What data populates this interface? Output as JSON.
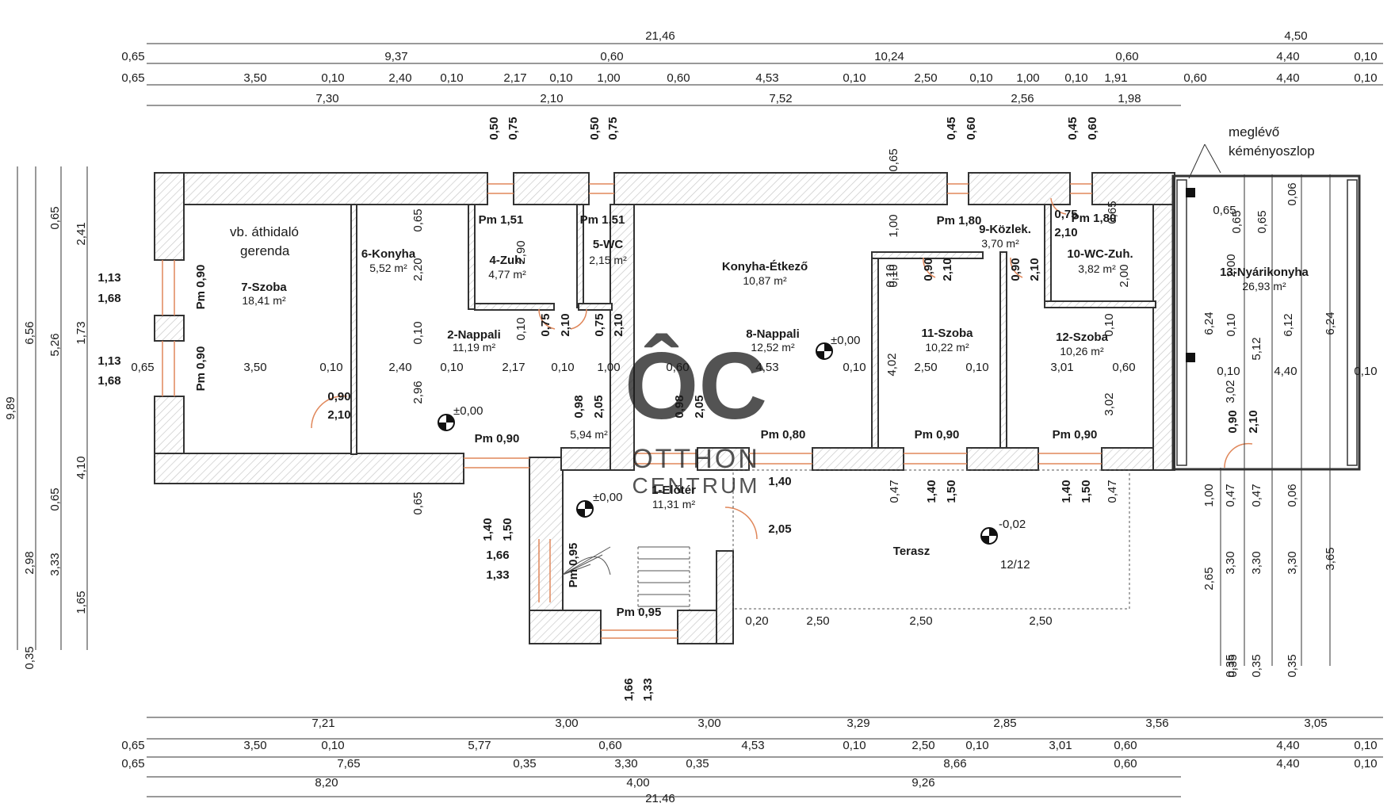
{
  "rooms": [
    {
      "id": "7-Szoba",
      "area": "18,41 m²",
      "cx": 0,
      "cy": 0
    },
    {
      "id": "6-Konyha",
      "area": "5,52 m²"
    },
    {
      "id": "4-Zuh.",
      "area": "4,77 m²"
    },
    {
      "id": "5-WC",
      "area": "2,15 m²"
    },
    {
      "id": "2-Nappali",
      "area": "11,19 m²"
    },
    {
      "id": "Konyha-Étkező",
      "area": "10,87 m²"
    },
    {
      "id": "8-Nappali",
      "area": "12,52 m²"
    },
    {
      "id": "9-Közlek.",
      "area": "3,70 m²"
    },
    {
      "id": "10-WC-Zuh.",
      "area": "3,82 m²"
    },
    {
      "id": "11-Szoba",
      "area": "10,22 m²"
    },
    {
      "id": "12-Szoba",
      "area": "10,26 m²"
    },
    {
      "id": "13-Nyárikonyha",
      "area": "26,93 m²"
    },
    {
      "id": "1-Előtér",
      "area": "11,31 m²"
    },
    {
      "id": "",
      "area": "5,94 m²"
    },
    {
      "id": "Terasz",
      "area": ""
    }
  ],
  "notes": {
    "beam_line1": "vb. áthidaló",
    "beam_line2": "gerenda",
    "chimney_line1": "meglévő",
    "chimney_line2": "kéményoszlop",
    "terrace_slope": "12/12",
    "level_0": "±0,00",
    "level_terrace": "-0,02"
  },
  "watermark": {
    "logo": "ÔC",
    "line1": "OTTHON",
    "line2": "CENTRUM"
  },
  "dims_top": {
    "row1": [
      "21,46",
      "4,50"
    ],
    "row2": [
      "0,65",
      "9,37",
      "0,60",
      "10,24",
      "0,60",
      "4,40",
      "0,10"
    ],
    "row3": [
      "0,65",
      "3,50",
      "0,10",
      "2,40",
      "0,10",
      "2,17",
      "0,10",
      "1,00",
      "0,60",
      "4,53",
      "0,10",
      "2,50",
      "0,10",
      "1,00",
      "0,10",
      "1,91",
      "0,60",
      "4,40",
      "0,10"
    ],
    "row4": [
      "7,30",
      "2,10",
      "7,52",
      "2,56",
      "1,98"
    ]
  },
  "dims_bottom": {
    "row1": [
      "7,21",
      "3,00",
      "3,00",
      "3,29",
      "2,85",
      "3,56",
      "3,05"
    ],
    "row2": [
      "0,65",
      "3,50",
      "0,10",
      "5,77",
      "0,60",
      "4,53",
      "0,10",
      "2,50",
      "0,10",
      "3,01",
      "0,60",
      "4,40",
      "0,10"
    ],
    "row3": [
      "0,65",
      "7,65",
      "0,35",
      "3,30",
      "0,35",
      "8,66",
      "0,60",
      "4,40",
      "0,10"
    ],
    "row4": [
      "8,20",
      "4,00",
      "9,26"
    ],
    "row5": [
      "21,46"
    ]
  },
  "dims_left": {
    "total": "9,89",
    "col2": [
      "6,56",
      "2,98",
      "0,35"
    ],
    "col3": [
      "0,65",
      "5,26",
      "0,65",
      "3,33"
    ],
    "col4": [
      "2,41",
      "1,73",
      "4,10",
      "1,65"
    ],
    "window_dims": [
      "1,13",
      "1,68",
      "1,13",
      "1,68"
    ]
  },
  "dims_right": {
    "a": [
      "1,00",
      "2,65",
      "0,35"
    ],
    "b": [
      "6,24",
      "3,02",
      "0,47",
      "3,30",
      "0,35"
    ],
    "c": [
      "0,65",
      "2,00",
      "0,10",
      "5,12",
      "0,47",
      "3,30",
      "0,35"
    ],
    "d": [
      "0,06",
      "0,65",
      "6,12",
      "0,06",
      "3,30",
      "0,35"
    ],
    "e": [
      "6,24",
      "3,65"
    ],
    "inner": [
      "0,10",
      "4,40",
      "0,10",
      "0,65",
      "0,90",
      "2,10"
    ]
  },
  "openings": [
    "Pm 0,90",
    "Pm 0,90",
    "0,90",
    "2,10",
    "Pm 1,51",
    "Pm 1,51",
    "0,50",
    "0,75",
    "0,50",
    "0,75",
    "0,75",
    "2,10",
    "0,75",
    "2,10",
    "0,98",
    "2,05",
    "0,98",
    "2,05",
    "Pm 0,90",
    "Pm 0,80",
    "1,40",
    "1,50",
    "1,40",
    "2,05",
    "1,66",
    "1,33",
    "1,66",
    "1,33",
    "Pm 0,95",
    "Pm 0,95",
    "Pm 1,80",
    "0,45",
    "0,60",
    "0,45",
    "0,60",
    "0,65",
    "1,00",
    "0,10",
    "0,90",
    "2,10",
    "0,90",
    "2,10",
    "0,75",
    "2,10",
    "Pm 1,80",
    "0,65",
    "2,00",
    "Pm 0,90",
    "Pm 0,90",
    "0,47",
    "1,40",
    "1,50",
    "1,40",
    "1,50",
    "0,47",
    "0,20",
    "2,50",
    "2,50",
    "2,50"
  ],
  "inner_dims": [
    "0,65",
    "3,50",
    "0,10",
    "2,40",
    "0,10",
    "2,17",
    "0,10",
    "1,00",
    "0,60",
    "4,53",
    "0,10",
    "2,50",
    "0,10",
    "3,01",
    "0,60",
    "0,65",
    "2,20",
    "0,10",
    "2,96",
    "0,65",
    "0,10",
    "2,90",
    "4,02",
    "3,02",
    "0,10",
    "0,10"
  ]
}
